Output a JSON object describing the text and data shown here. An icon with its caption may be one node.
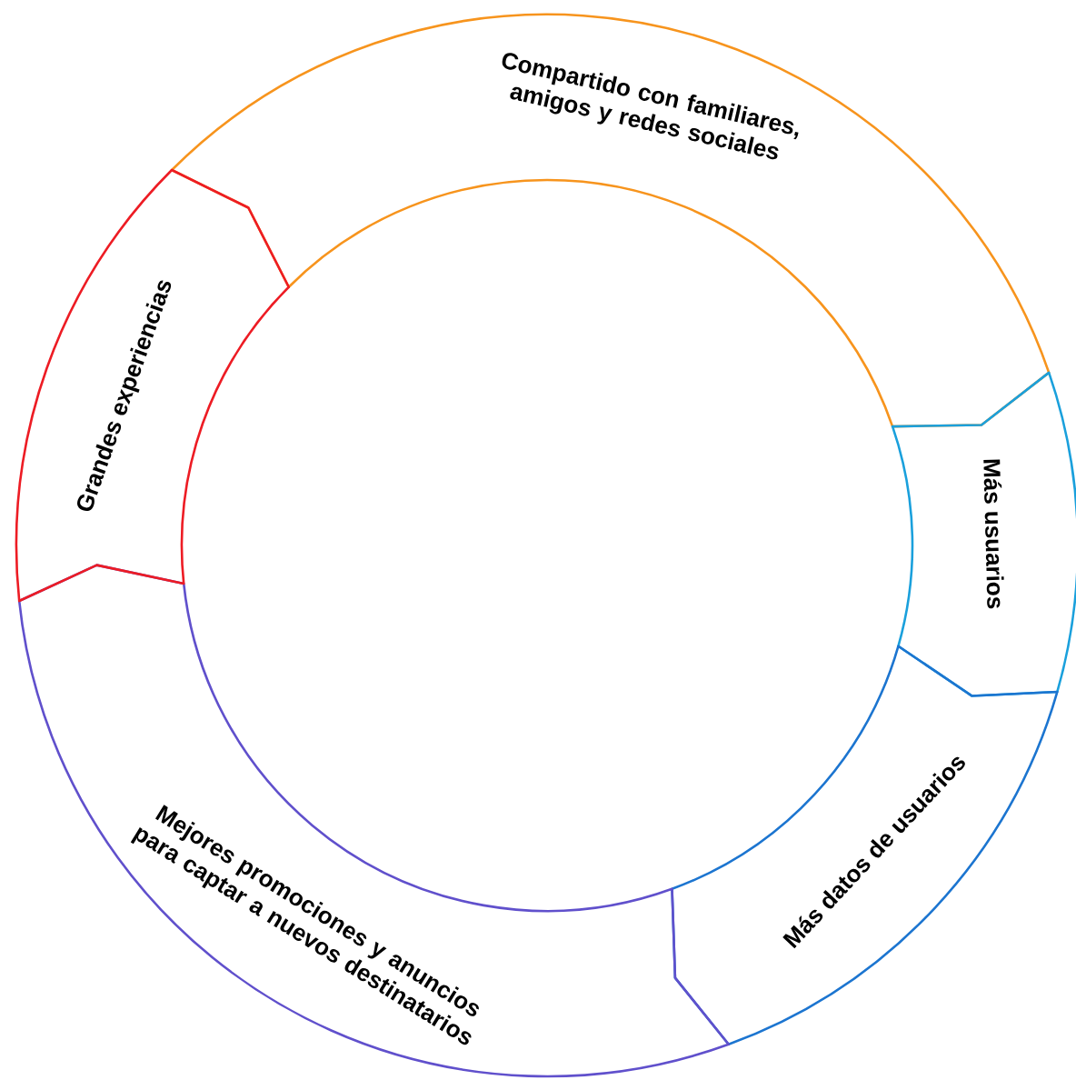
{
  "diagram": {
    "nodes": [
      {
        "text": [
          "Compartido con familiares, amigos y redes sociales"
        ]
      },
      {
        "text": [
          "Más usuarios"
        ]
      },
      {
        "text": [
          "Más datos de usuarios"
        ]
      },
      {
        "text": [
          "Mejores promociones y anuncios para captar a nuevos destinatarios"
        ]
      },
      {
        "text": [
          "Grandes experiencias"
        ]
      }
    ]
  }
}
